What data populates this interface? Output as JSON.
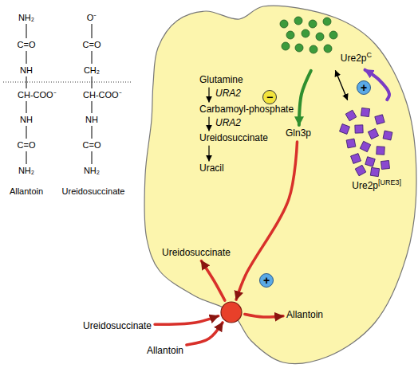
{
  "diagram": {
    "nodes": [
      {
        "text": [
          "Glutamine"
        ]
      },
      {
        "text": [
          "Carbamoyl-phosphate"
        ]
      },
      {
        "text": [
          "Ureidosuccinate"
        ]
      },
      {
        "text": [
          "Uracil"
        ]
      },
      {
        "text": [
          "Ure2p",
          "C"
        ]
      },
      {
        "text": [
          "Gln3p"
        ]
      },
      {
        "text": [
          "Ure2p",
          "[URE3]"
        ]
      },
      {
        "text": [
          "Ureidosuccinate"
        ]
      },
      {
        "text": []
      },
      {
        "text": [
          "Ureidosuccinate"
        ]
      },
      {
        "text": [
          "Allantoin"
        ]
      },
      {
        "text": [
          "Allantoin"
        ]
      }
    ],
    "edges": [
      {
        "from": 0,
        "to": 1,
        "arrow": "to",
        "label": "URA2"
      },
      {
        "from": 1,
        "to": 2,
        "arrow": "to",
        "label": "URA2"
      },
      {
        "from": 2,
        "to": 3,
        "arrow": "to"
      },
      {
        "from": 4,
        "to": 5,
        "arrow": "to"
      },
      {
        "from": 4,
        "to": 6,
        "arrow": "both"
      },
      {
        "from": 6,
        "to": 4,
        "arrow": "to"
      },
      {
        "from": 5,
        "to": 8,
        "arrow": "to"
      },
      {
        "from": 9,
        "to": 8,
        "arrow": "to"
      },
      {
        "from": 10,
        "to": 8,
        "arrow": "to"
      },
      {
        "from": 8,
        "to": 7,
        "arrow": "to"
      },
      {
        "from": 8,
        "to": 11,
        "arrow": "to"
      }
    ],
    "labels": [
      "NH₂",
      "C=O",
      "NH",
      "CH-COO⁻",
      "NH",
      "C=O",
      "NH₂",
      "Allantoin",
      "O⁻",
      "C=O",
      "CH₂",
      "CH-COO⁻",
      "NH",
      "C=O",
      "NH₂",
      "Ureidosuccinate",
      "−",
      "+",
      "+"
    ]
  }
}
